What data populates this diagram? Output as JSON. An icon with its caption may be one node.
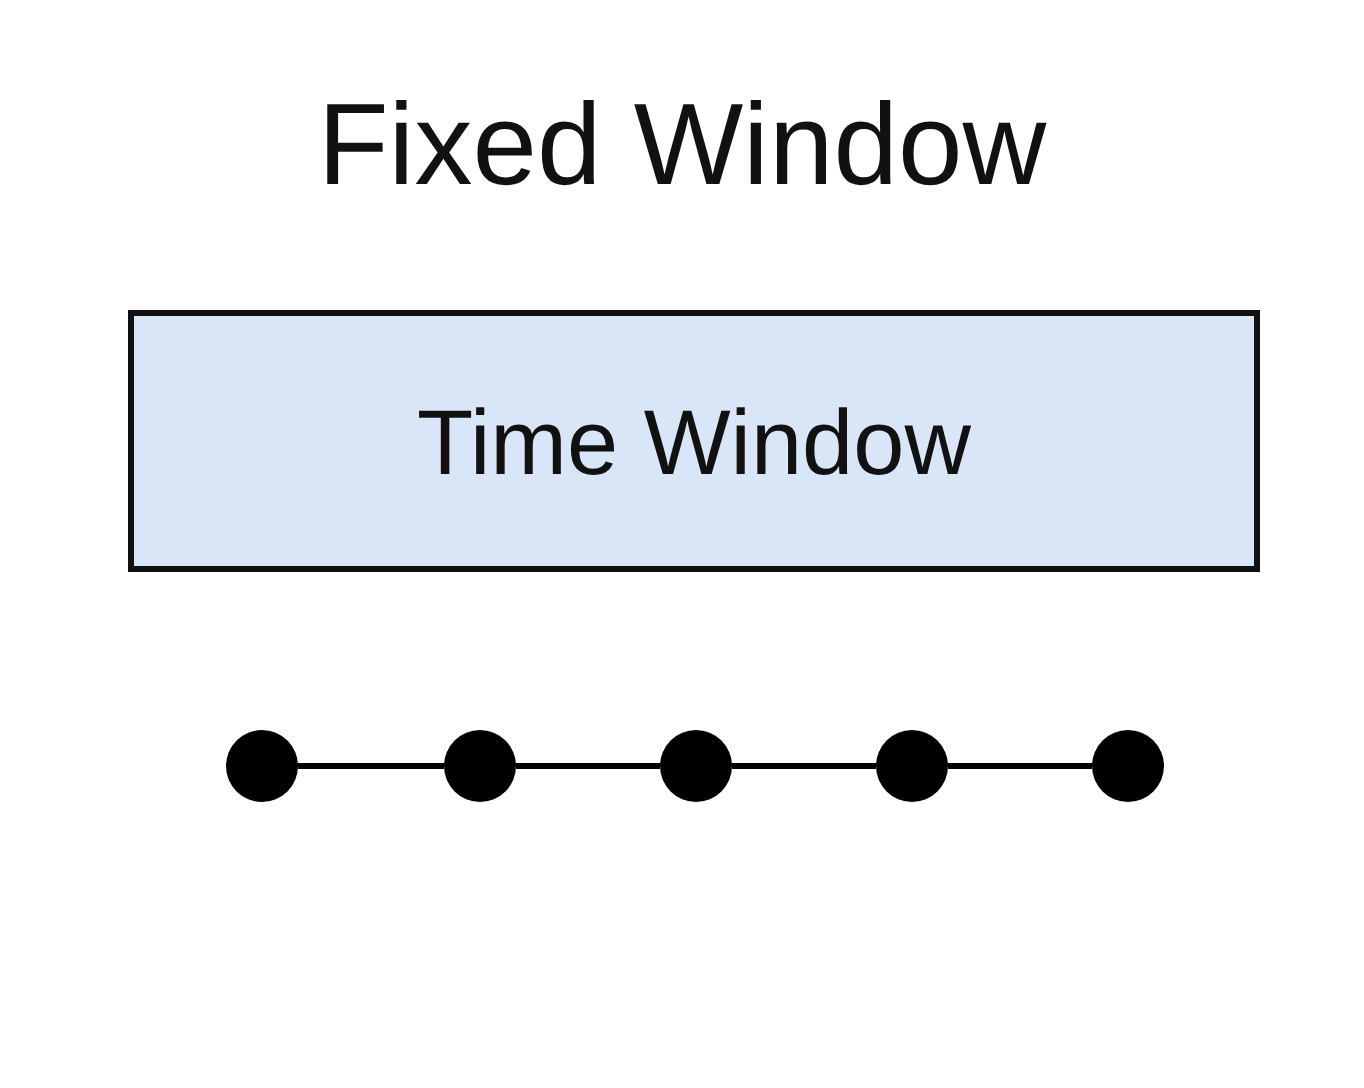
{
  "diagram": {
    "title": "Fixed Window",
    "nodes": [
      {
        "text": [
          "Time Window"
        ]
      },
      {
        "text": [],
        "shape": "circle"
      },
      {
        "text": [],
        "shape": "circle"
      },
      {
        "text": [],
        "shape": "circle"
      },
      {
        "text": [],
        "shape": "circle"
      },
      {
        "text": [],
        "shape": "circle"
      }
    ],
    "edges": [
      {
        "from": 1,
        "to": 2,
        "arrow": "none"
      },
      {
        "from": 2,
        "to": 3,
        "arrow": "none"
      },
      {
        "from": 3,
        "to": 4,
        "arrow": "none"
      },
      {
        "from": 4,
        "to": 5,
        "arrow": "none"
      }
    ]
  }
}
